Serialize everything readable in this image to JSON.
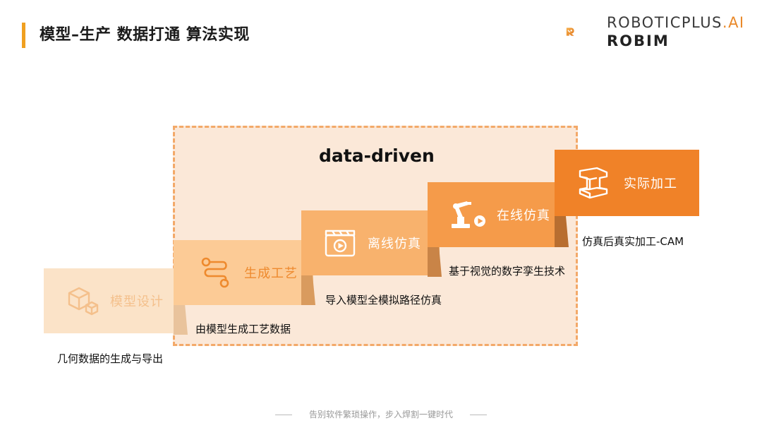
{
  "header": {
    "title": "模型–生产 数据打通 算法实现",
    "brand_name": "ROBOTICPLUS",
    "brand_suffix": ".AI",
    "brand_product": "ROBIM"
  },
  "diagram": {
    "region_label": "data-driven",
    "steps": [
      {
        "label": "模型设计",
        "icon": "cube-icon",
        "description": "几何数据的生成与导出",
        "color": "#fbe3c8",
        "text_color": "#f4c08c"
      },
      {
        "label": "生成工艺",
        "icon": "path-icon",
        "description": "由模型生成工艺数据",
        "color": "#fccb96",
        "text_color": "#ee8a2e"
      },
      {
        "label": "离线仿真",
        "icon": "video-clapper-icon",
        "description": "导入模型全模拟路径仿真",
        "color": "#f8b26d",
        "text_color": "#ffffff"
      },
      {
        "label": "在线仿真",
        "icon": "robot-arm-icon",
        "description": "基于视觉的数字孪生技术",
        "color": "#f59b4a",
        "text_color": "#ffffff"
      },
      {
        "label": "实际加工",
        "icon": "steel-beam-icon",
        "description": "仿真后真实加工-CAM",
        "color": "#f08228",
        "text_color": "#ffffff"
      }
    ]
  },
  "footer": {
    "slogan": "告别软件繁琐操作，步入焊割一键时代"
  }
}
